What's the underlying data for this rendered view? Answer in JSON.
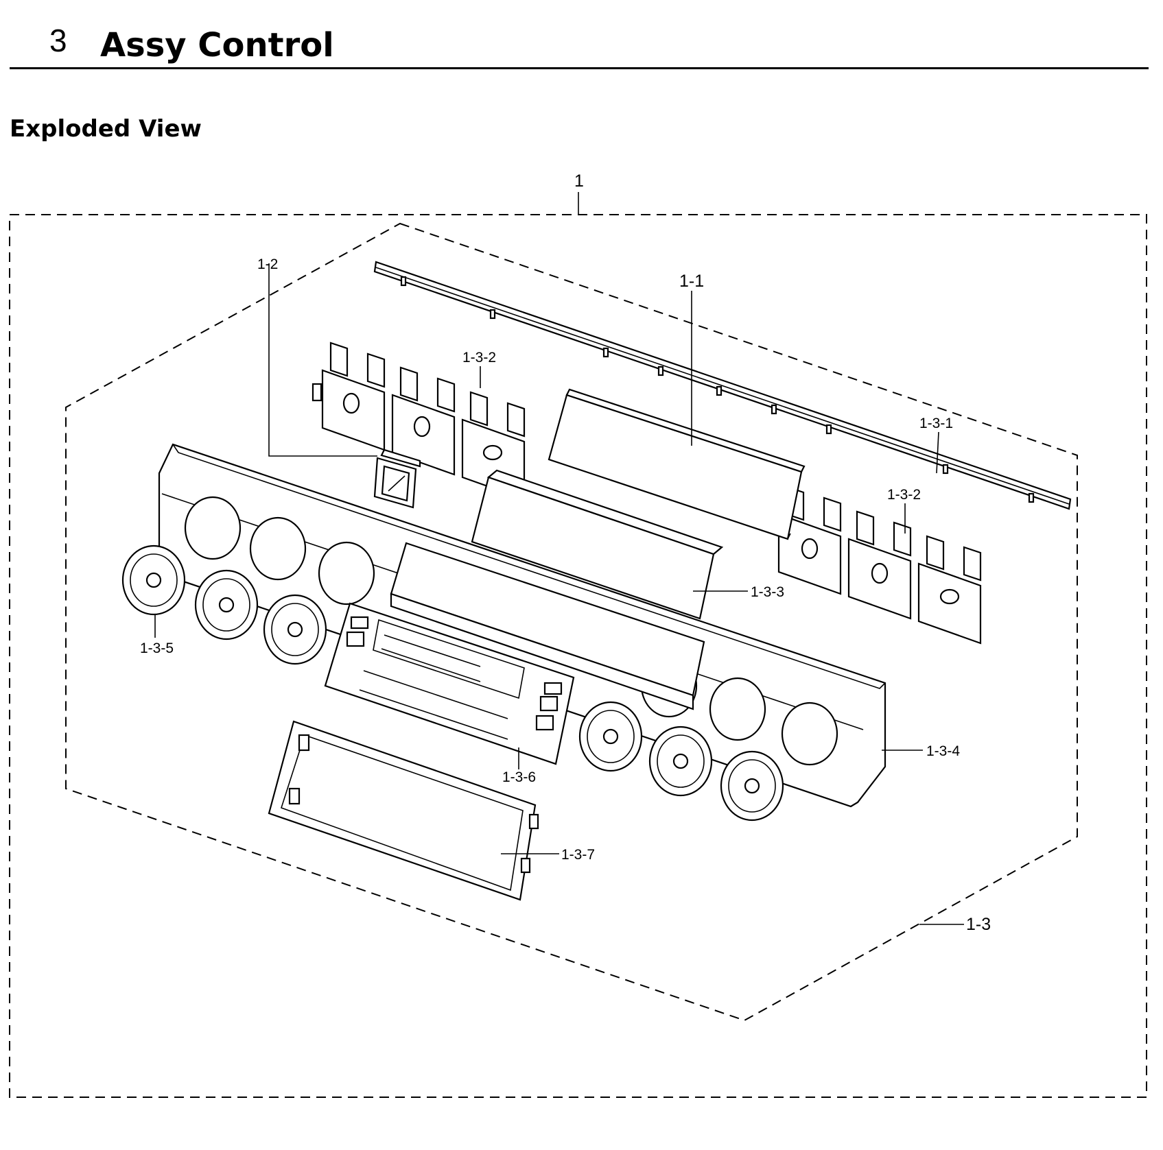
{
  "section": {
    "number": "3",
    "title": "Assy Control"
  },
  "subtitle": "Exploded View",
  "diagram": {
    "labels": {
      "assembly": "1",
      "pcb": "1-1",
      "clock": "1-2",
      "panel_assy": "1-3",
      "rail": "1-3-1",
      "bracket_top": "1-3-2",
      "bracket_right": "1-3-2",
      "cover": "1-3-3",
      "panel": "1-3-4",
      "knob_bezel": "1-3-5",
      "overlay": "1-3-6",
      "frame": "1-3-7"
    }
  }
}
